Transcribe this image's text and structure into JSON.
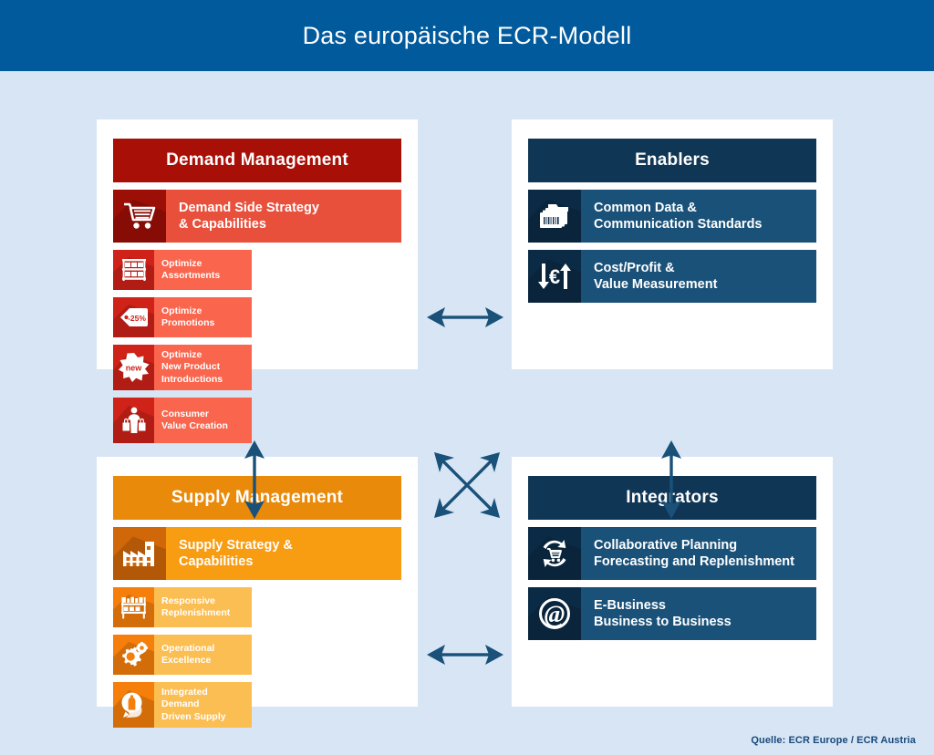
{
  "header": {
    "title": "Das europäische ECR-Modell",
    "bg_color": "#015a9c"
  },
  "colors": {
    "background": "#d7e5f5",
    "card": "#ffffff",
    "demand_title": "#a81007",
    "demand_icon_big": "#9c0f06",
    "demand_text_big": "#e8503c",
    "demand_icon_small": "#cf2218",
    "demand_text_small": "#f9654d",
    "supply_title": "#e98a0b",
    "supply_icon_big": "#d06708",
    "supply_text_big": "#f89c12",
    "supply_icon_small": "#f67f0b",
    "supply_text_small": "#fbbe52",
    "navy_title": "#103656",
    "navy_icon": "#0b2a45",
    "navy_text": "#1a5179",
    "arrow": "#1a5179"
  },
  "quadrants": {
    "demand": {
      "title": "Demand Management",
      "main": {
        "line1": "Demand Side Strategy",
        "line2": "& Capabilities",
        "icon": "shopping-cart-icon"
      },
      "items": [
        {
          "line1": "Optimize",
          "line2": "Assortments",
          "line3": "",
          "icon": "shelf-icon"
        },
        {
          "line1": "Optimize",
          "line2": "Promotions",
          "line3": "",
          "icon": "price-tag-icon",
          "badge": "-25%"
        },
        {
          "line1": "Optimize",
          "line2": "New Product",
          "line3": "Introductions",
          "icon": "new-burst-icon",
          "badge": "new"
        },
        {
          "line1": "Consumer",
          "line2": "Value Creation",
          "line3": "",
          "icon": "shopper-person-icon"
        }
      ]
    },
    "enablers": {
      "title": "Enablers",
      "rows": [
        {
          "line1": "Common Data &",
          "line2": "Communication Standards",
          "icon": "folder-barcode-icon"
        },
        {
          "line1": "Cost/Profit &",
          "line2": "Value Measurement",
          "icon": "euro-arrows-icon"
        }
      ]
    },
    "supply": {
      "title": "Supply Management",
      "main": {
        "line1": "Supply Strategy &",
        "line2": "Capabilities",
        "icon": "factory-icon"
      },
      "items": [
        {
          "line1": "Responsive",
          "line2": "Replenishment",
          "line3": "",
          "icon": "stocked-shelf-icon"
        },
        {
          "line1": "Operational",
          "line2": "Excellence",
          "line3": "",
          "icon": "gears-icon"
        },
        {
          "line1": "Integrated",
          "line2": "Demand",
          "line3": "Driven Supply",
          "icon": "speech-bottle-icon"
        }
      ]
    },
    "integrators": {
      "title": "Integrators",
      "rows": [
        {
          "line1": "Collaborative Planning",
          "line2": "Forecasting and Replenishment",
          "icon": "cart-refresh-icon"
        },
        {
          "line1": "E-Business",
          "line2": "Business to Business",
          "icon": "at-sign-icon"
        }
      ]
    }
  },
  "arrows": [
    {
      "name": "arrow-demand-enablers",
      "direction": "horizontal-double"
    },
    {
      "name": "arrow-supply-integrators",
      "direction": "horizontal-double"
    },
    {
      "name": "arrow-demand-supply",
      "direction": "vertical-double"
    },
    {
      "name": "arrow-enablers-integrators",
      "direction": "vertical-double"
    },
    {
      "name": "arrow-diagonal-cross",
      "direction": "diagonal-cross"
    }
  ],
  "source": "Quelle: ECR Europe / ECR Austria"
}
